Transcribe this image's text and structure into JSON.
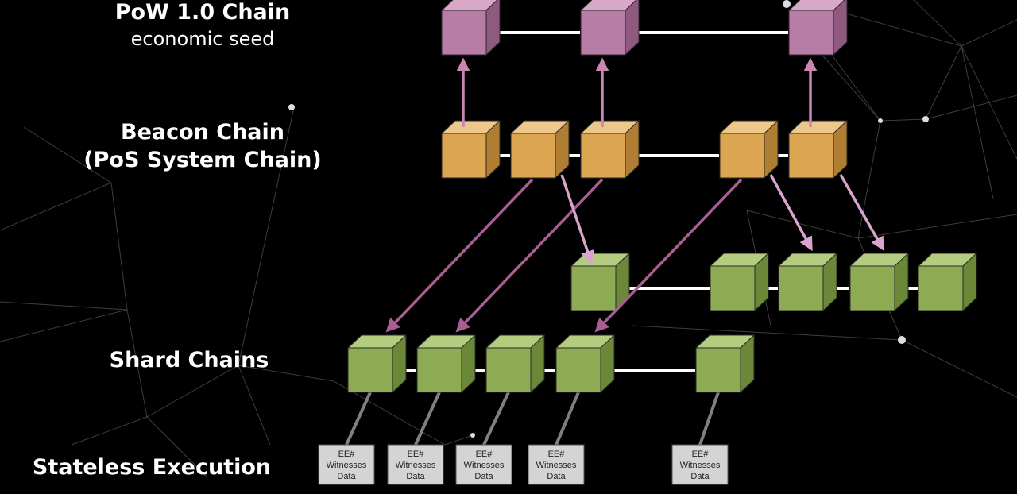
{
  "labels": {
    "pow_title": "PoW 1.0 Chain",
    "pow_subtitle": "economic seed",
    "beacon_title": "Beacon Chain",
    "beacon_subtitle": "(PoS System Chain)",
    "shard_title": "Shard Chains",
    "stateless_title": "Stateless Execution"
  },
  "box_lines": [
    "EE#",
    "Witnesses",
    "Data"
  ],
  "colors": {
    "background": "#000000",
    "pow_front": "#b87da6",
    "pow_top": "#d7a8c8",
    "pow_side": "#8f5a80",
    "beacon_front": "#dca552",
    "beacon_top": "#edc88a",
    "beacon_side": "#b07e33",
    "shard_front": "#8dab52",
    "shard_top": "#b4cc80",
    "shard_side": "#6a8838",
    "cube_edge": "#2a2a2a",
    "chain_arrow": "#ffffff",
    "link_arrow": "#a95e91",
    "pow_up_arrow": "#c986b3",
    "cross_arrow": "#d9a4cd",
    "stateless_box": "#d4d4d4",
    "stateless_line": "#808080",
    "network": "#6f6f6f"
  }
}
